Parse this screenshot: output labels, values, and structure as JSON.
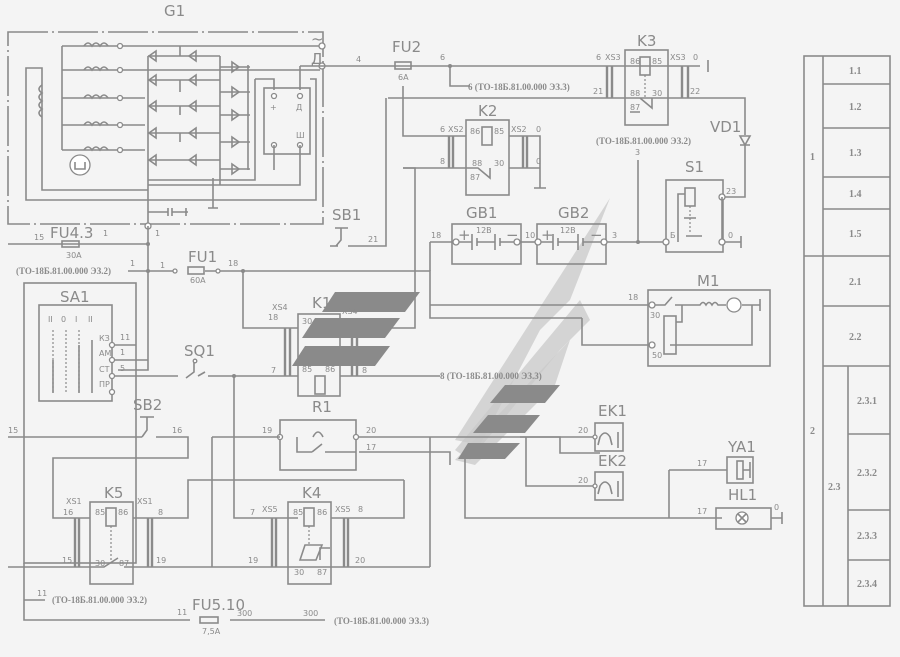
{
  "diagram": {
    "title": "Electrical wiring schematic",
    "components": {
      "G1": {
        "label": "G1",
        "terminals": [
          "~",
          "Д",
          "+",
          "Д",
          "Ш"
        ]
      },
      "FU2": {
        "label": "FU2",
        "rating": "6А"
      },
      "K3": {
        "label": "K3",
        "socket": "XS3",
        "pins": [
          "86",
          "85",
          "88",
          "30",
          "87"
        ]
      },
      "K2": {
        "label": "K2",
        "socket": "XS2",
        "pins": [
          "86",
          "85",
          "88",
          "30",
          "87"
        ]
      },
      "VD1": {
        "label": "VD1"
      },
      "S1": {
        "label": "S1",
        "terminals": [
          "23",
          "Б",
          "0"
        ]
      },
      "SB1": {
        "label": "SB1"
      },
      "FU43": {
        "label": "FU4.3",
        "rating": "30А"
      },
      "FU1": {
        "label": "FU1",
        "rating": "60А"
      },
      "GB1": {
        "label": "GB1",
        "voltage": "12В",
        "plus": "+",
        "minus": "−"
      },
      "GB2": {
        "label": "GB2",
        "voltage": "12В",
        "plus": "+",
        "minus": "−"
      },
      "SA1": {
        "label": "SA1",
        "positions": [
          "II",
          "0",
          "I",
          "II"
        ],
        "terminals": [
          "КЗ",
          "АМ",
          "СТ",
          "ПР"
        ]
      },
      "M1": {
        "label": "M1",
        "terminals": [
          "30",
          "50"
        ]
      },
      "K1": {
        "label": "K1",
        "socket": "XS4",
        "pins": [
          "30",
          "85",
          "86"
        ]
      },
      "SQ1": {
        "label": "SQ1"
      },
      "SB2": {
        "label": "SB2"
      },
      "R1": {
        "label": "R1"
      },
      "EK1": {
        "label": "EK1"
      },
      "EK2": {
        "label": "EK2"
      },
      "YA1": {
        "label": "YA1"
      },
      "HL1": {
        "label": "HL1"
      },
      "K5": {
        "label": "K5",
        "socket": "XS1",
        "pins": [
          "85",
          "86",
          "30",
          "87"
        ]
      },
      "K4": {
        "label": "K4",
        "socket": "XS5",
        "pins": [
          "85",
          "86",
          "30",
          "87"
        ]
      },
      "FU510": {
        "label": "FU5.10",
        "rating": "7,5А"
      }
    },
    "wire_numbers": {
      "w4": "4",
      "w6a": "6",
      "w6b": "6",
      "w6c": "6",
      "w21": "21",
      "w22": "22",
      "w0a": "0",
      "w0b": "0",
      "w0c": "0",
      "w8a": "8",
      "w3a": "3",
      "w3b": "3",
      "w23": "23",
      "w0d": "0",
      "w15": "15",
      "w1a": "1",
      "w1b": "1",
      "w1c": "1",
      "w1d": "1",
      "w18a": "18",
      "w18b": "18",
      "w18c": "18",
      "w10": "10",
      "w21b": "21",
      "w11": "11",
      "w1e": "1",
      "w5": "5",
      "w7": "7",
      "w8b": "8",
      "w18d": "18",
      "w15b": "15",
      "w16": "16",
      "w19": "19",
      "w20": "20",
      "w17": "17",
      "w20b": "20",
      "w20c": "20",
      "w17b": "17",
      "w17c": "17",
      "w0e": "0",
      "w16b": "16",
      "w8c": "8",
      "w15c": "15",
      "w19b": "19",
      "w7b": "7",
      "w8d": "8",
      "w19c": "19",
      "w20d": "20",
      "w11b": "11",
      "w11c": "11",
      "w300a": "300",
      "w300b": "300"
    },
    "references": {
      "ref1": "6 (ТО-18Б.81.00.000 ЭЗ.3)",
      "ref2": "(ТО-18Б.81.00.000 ЭЗ.2)",
      "ref3": "(ТО-18Б.81.00.000 ЭЗ.2)",
      "ref4": "8 (ТО-18Б.81.00.000 ЭЗ.3)",
      "ref5": "(ТО-18Б.81.00.000 ЭЗ.2)",
      "ref6": "(ТО-18Б.81.00.000 ЭЗ.3)"
    }
  },
  "section_table": {
    "groups": [
      {
        "label": "1",
        "rows": [
          "1.1",
          "1.2",
          "1.3",
          "1.4",
          "1.5"
        ]
      },
      {
        "label": "2",
        "rows": [
          "2.1",
          "2.2"
        ],
        "subgroup": {
          "label": "2.3",
          "rows": [
            "2.3.1",
            "2.3.2",
            "2.3.3",
            "2.3.4"
          ]
        }
      }
    ]
  }
}
